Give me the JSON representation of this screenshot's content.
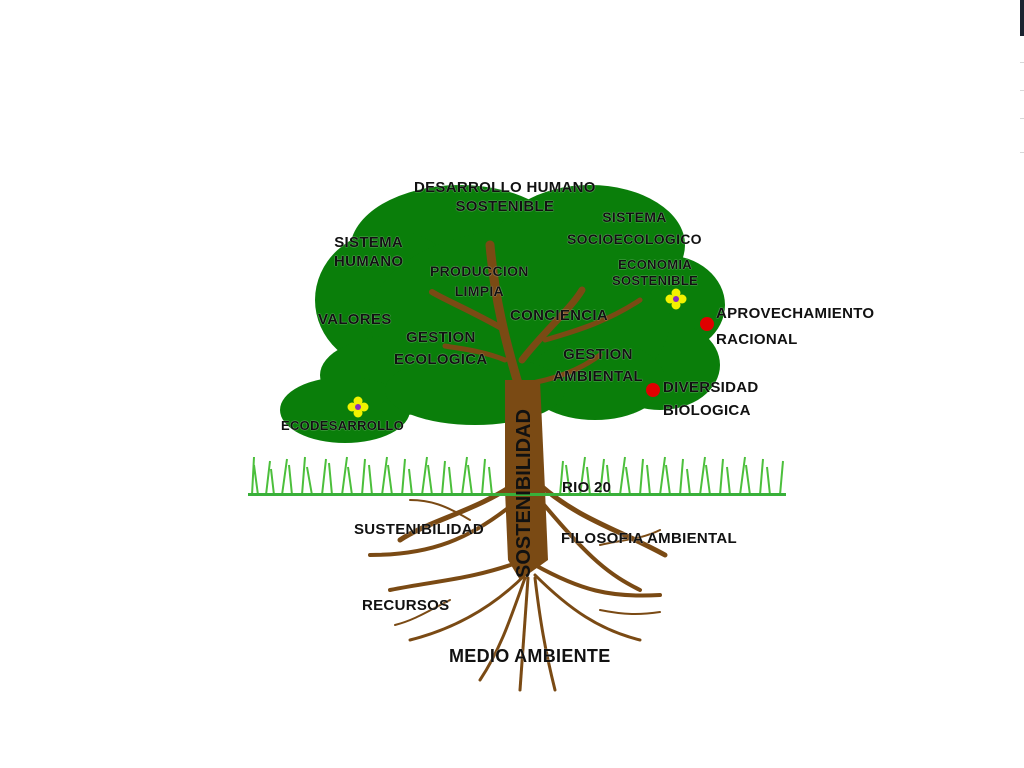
{
  "trunk_label": "SOSTENIBILIDAD",
  "labels": {
    "desarrollo": [
      "DESARROLLO HUMANO",
      "SOSTENIBLE"
    ],
    "sistema_socio": [
      "SISTEMA",
      "SOCIOECOLOGICO"
    ],
    "sistema_humano": [
      "SISTEMA",
      "HUMANO"
    ],
    "produccion": [
      "PRODUCCION",
      "LIMPIA"
    ],
    "economia": [
      "ECONOMIA",
      "SOSTENIBLE"
    ],
    "aprovechamiento": [
      "APROVECHAMIENTO",
      "RACIONAL"
    ],
    "valores": "VALORES",
    "conciencia": "CONCIENCIA",
    "gestion_ecologica": [
      "GESTION",
      "ECOLOGICA"
    ],
    "gestion_ambiental": [
      "GESTION",
      "AMBIENTAL"
    ],
    "diversidad": [
      "DIVERSIDAD",
      "BIOLOGICA"
    ],
    "ecodesarrollo": "ECODESARROLLO",
    "rio20": "RIO 20",
    "sustentabilidad": "SUSTENIBILIDAD",
    "filosofia": "FILOSOFIA AMBIENTAL",
    "recursos": "RECURSOS",
    "medio": "MEDIO AMBIENTE"
  },
  "colors": {
    "canopy": "#0a7e0a",
    "canopy_dark": "#076a07",
    "trunk": "#7a4a14",
    "grass": "#4cbf3c",
    "grass_line": "#39b03a",
    "red_dot": "#e00000",
    "flower_petal": "#f2f200",
    "flower_center": "#8a2bbd"
  },
  "icons": [
    "flower-icon",
    "red-dot-marker"
  ]
}
